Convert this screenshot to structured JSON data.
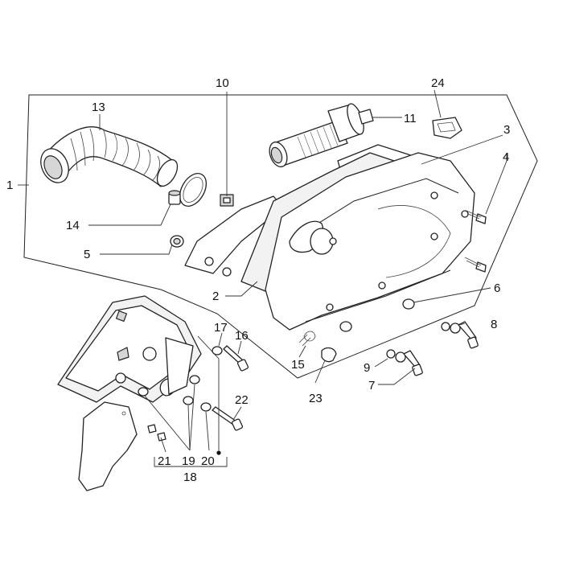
{
  "diagram": {
    "callouts": [
      {
        "id": "c1",
        "text": "1"
      },
      {
        "id": "c2",
        "text": "2"
      },
      {
        "id": "c3",
        "text": "3"
      },
      {
        "id": "c4",
        "text": "4"
      },
      {
        "id": "c5",
        "text": "5"
      },
      {
        "id": "c6",
        "text": "6"
      },
      {
        "id": "c7",
        "text": "7"
      },
      {
        "id": "c8",
        "text": "8"
      },
      {
        "id": "c9",
        "text": "9"
      },
      {
        "id": "c10",
        "text": "10"
      },
      {
        "id": "c11",
        "text": "11"
      },
      {
        "id": "c13",
        "text": "13"
      },
      {
        "id": "c14",
        "text": "14"
      },
      {
        "id": "c15",
        "text": "15"
      },
      {
        "id": "c16",
        "text": "16"
      },
      {
        "id": "c17",
        "text": "17"
      },
      {
        "id": "c18",
        "text": "18"
      },
      {
        "id": "c19",
        "text": "19"
      },
      {
        "id": "c20",
        "text": "20"
      },
      {
        "id": "c21",
        "text": "21"
      },
      {
        "id": "c22",
        "text": "22"
      },
      {
        "id": "c23",
        "text": "23"
      },
      {
        "id": "c24",
        "text": "24"
      }
    ]
  }
}
